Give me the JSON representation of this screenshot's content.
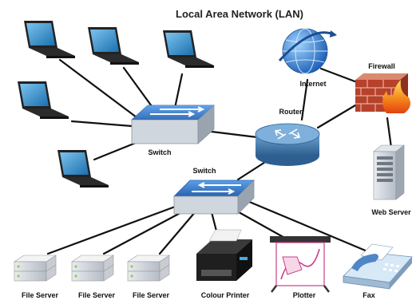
{
  "title": "Local Area Network (LAN)",
  "labels": {
    "switch_top": "Switch",
    "switch_bottom": "Switch",
    "router": "Router",
    "internet": "Internet",
    "firewall": "Firewall",
    "web_server": "Web Server",
    "file_server_1": "File Server",
    "file_server_2": "File Server",
    "file_server_3": "File Server",
    "colour_printer": "Colour Printer",
    "plotter": "Plotter",
    "fax": "Fax"
  },
  "colors": {
    "switch_face": "#3a78c8",
    "router_body": "#3b6fa0",
    "firewall_brick": "#b7412b",
    "flame": "#f59a1b",
    "globe": "#2f7fd3",
    "laptop_screen": "#2a89c9"
  },
  "icons": [
    "laptop-icon",
    "switch-icon",
    "router-icon",
    "globe-icon",
    "firewall-icon",
    "server-icon",
    "file-server-icon",
    "printer-icon",
    "plotter-icon",
    "fax-icon"
  ]
}
